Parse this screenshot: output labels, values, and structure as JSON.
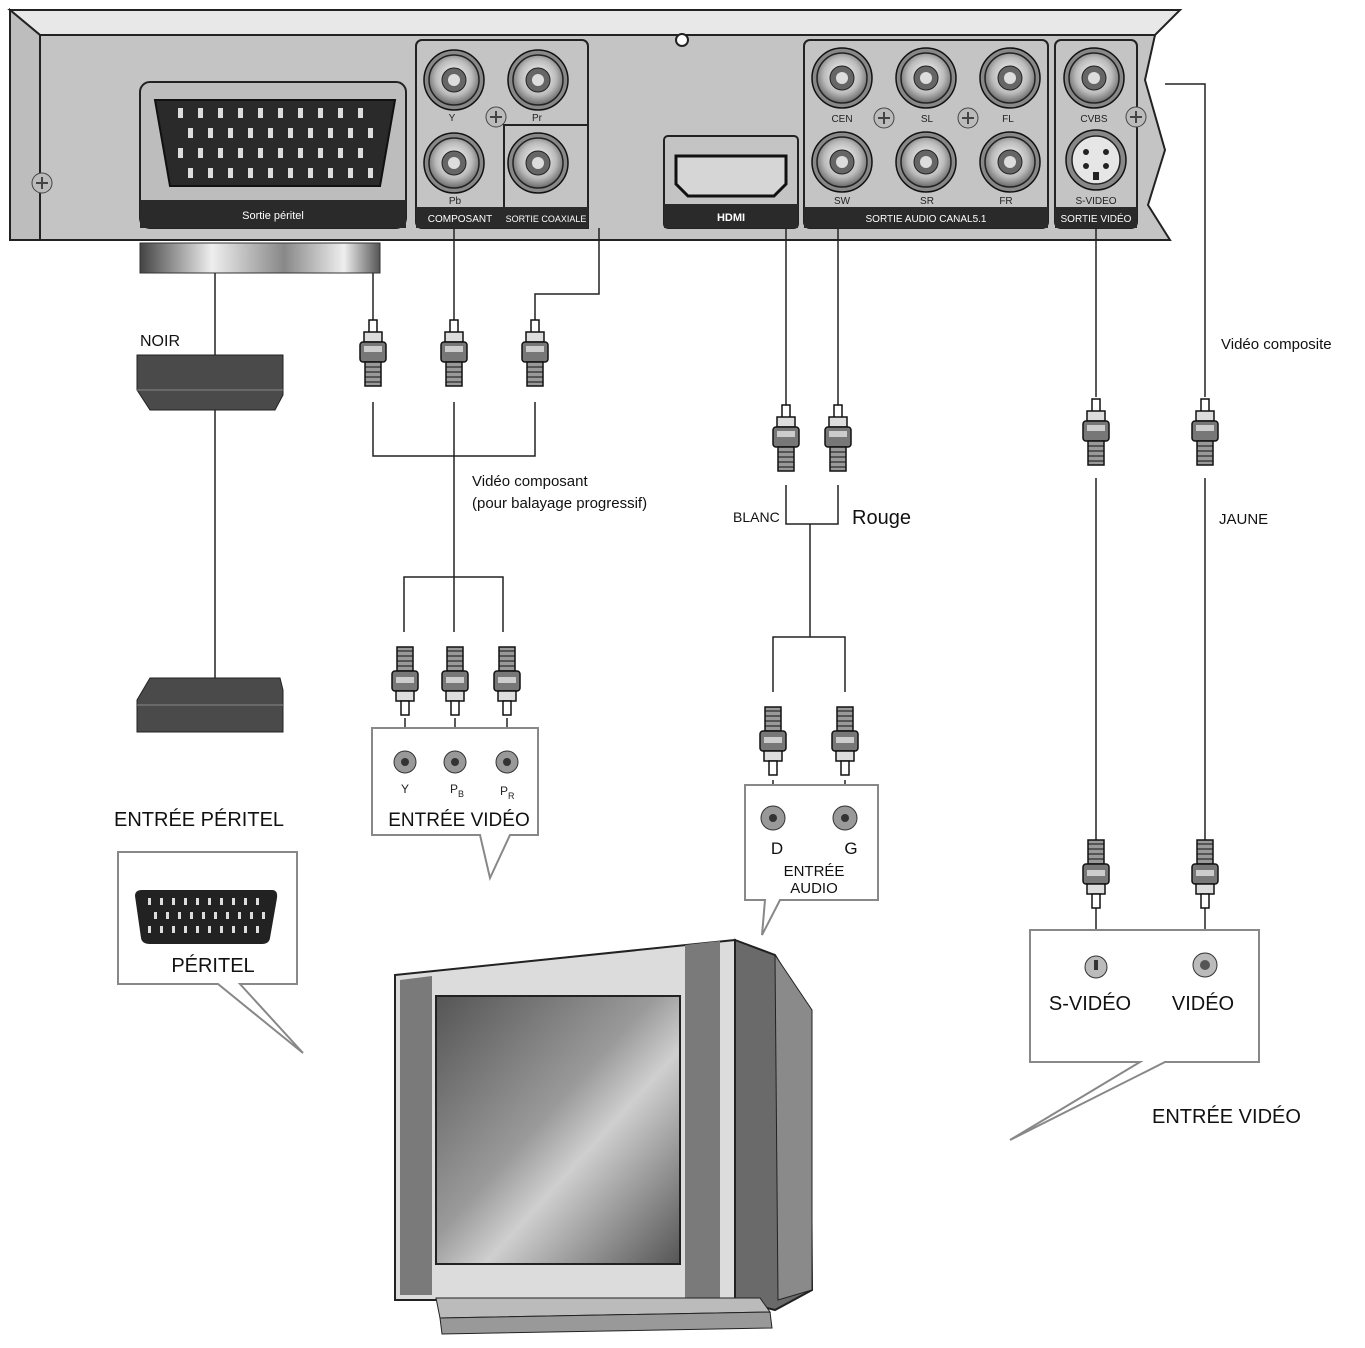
{
  "panel": {
    "scart_label": "Sortie péritel",
    "component_label": "COMPOSANT",
    "coaxial_label": "SORTIE COAXIALE",
    "hdmi_label": "HDMI",
    "audio51_label": "SORTIE AUDIO CANAL5.1",
    "svideo_label": "SORTIE VIDÉO",
    "jack_y": "Y",
    "jack_pr": "Pr",
    "jack_pb": "Pb",
    "jack_cen": "CEN",
    "jack_sl": "SL",
    "jack_fl": "FL",
    "jack_sw": "SW",
    "jack_sr": "SR",
    "jack_fr": "FR",
    "jack_cvbs": "CVBS",
    "jack_svideo": "S-VIDEO"
  },
  "labels": {
    "noir": "NOIR",
    "video_composant": "Vidéo composant",
    "balayage": "(pour balayage progressif)",
    "blanc": "BLANC",
    "rouge": "Rouge",
    "video_composite": "Vidéo composite",
    "jaune": "JAUNE",
    "entree_peritel": "ENTRÉE PÉRITEL",
    "peritel": "PÉRITEL",
    "entree_video_component": "ENTRÉE VIDÉO",
    "tv_y": "Y",
    "tv_pb": "P",
    "tv_pb_sub": "B",
    "tv_pr": "P",
    "tv_pr_sub": "R",
    "audio_d": "D",
    "audio_g": "G",
    "entree_audio_1": "ENTRÉE",
    "entree_audio_2": "AUDIO",
    "svideo_in": "S-VIDÉO",
    "video_in": "VIDÉO",
    "entree_video_right": "ENTRÉE VIDÉO"
  }
}
